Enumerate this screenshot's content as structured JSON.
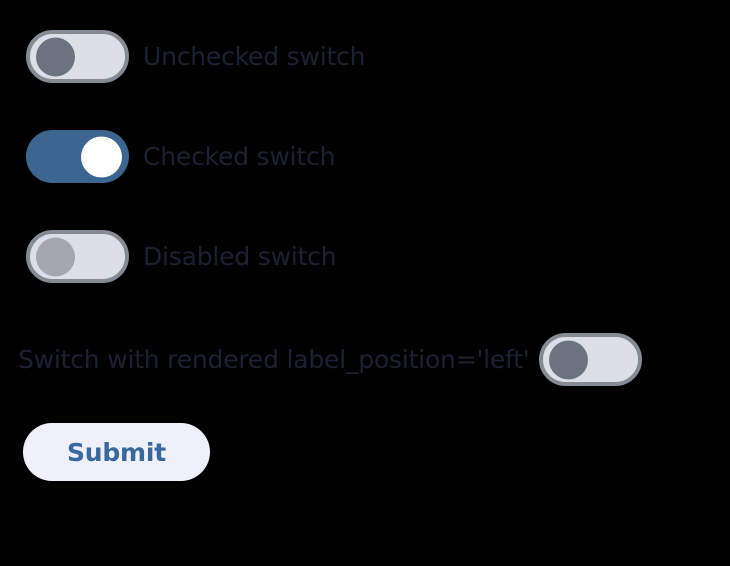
{
  "page": {
    "background_color": "#000000"
  },
  "theme": {
    "accent_blue": "#3c6690",
    "track_off": "#dcdfe6",
    "track_border": "#858a93",
    "thumb_off": "#6b7280",
    "thumb_disabled": "#a4a7ae",
    "thumb_on": "#ffffff",
    "label_color": "#1b2130",
    "button_bg": "#eef1fa",
    "button_text": "#39679f"
  },
  "form": {
    "switches": [
      {
        "id": "unchecked-switch",
        "label": "Unchecked switch",
        "checked": false,
        "disabled": false,
        "label_position": "right"
      },
      {
        "id": "checked-switch",
        "label": "Checked switch",
        "checked": true,
        "disabled": false,
        "label_position": "right"
      },
      {
        "id": "disabled-switch",
        "label": "Disabled switch",
        "checked": false,
        "disabled": true,
        "label_position": "right"
      },
      {
        "id": "left-label-switch",
        "label": "Switch with rendered label_position='left'",
        "checked": false,
        "disabled": false,
        "label_position": "left"
      }
    ],
    "submit": {
      "label": "Submit"
    }
  }
}
